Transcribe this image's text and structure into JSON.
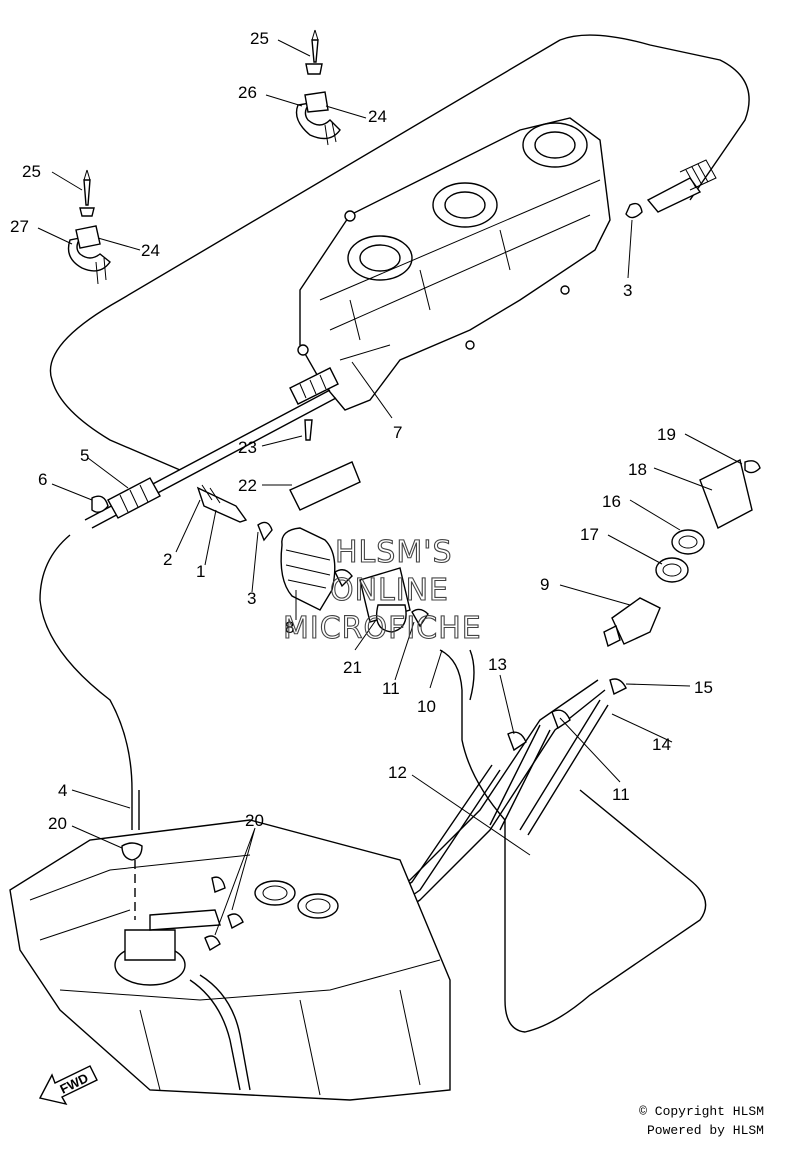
{
  "callouts": [
    "25",
    "26",
    "24",
    "25",
    "27",
    "24",
    "3",
    "7",
    "19",
    "18",
    "16",
    "17",
    "9",
    "15",
    "14",
    "11",
    "13",
    "12",
    "10",
    "11",
    "21",
    "8",
    "3",
    "22",
    "23",
    "6",
    "5",
    "2",
    "1",
    "4",
    "20",
    "20"
  ],
  "watermark": {
    "line1": "HLSM'S",
    "line2": "ONLINE",
    "line3": "MICROFICHE"
  },
  "fwd_label": "FWD",
  "copyright": {
    "line1": "© Copyright HLSM",
    "line2": "Powered by HLSM"
  }
}
